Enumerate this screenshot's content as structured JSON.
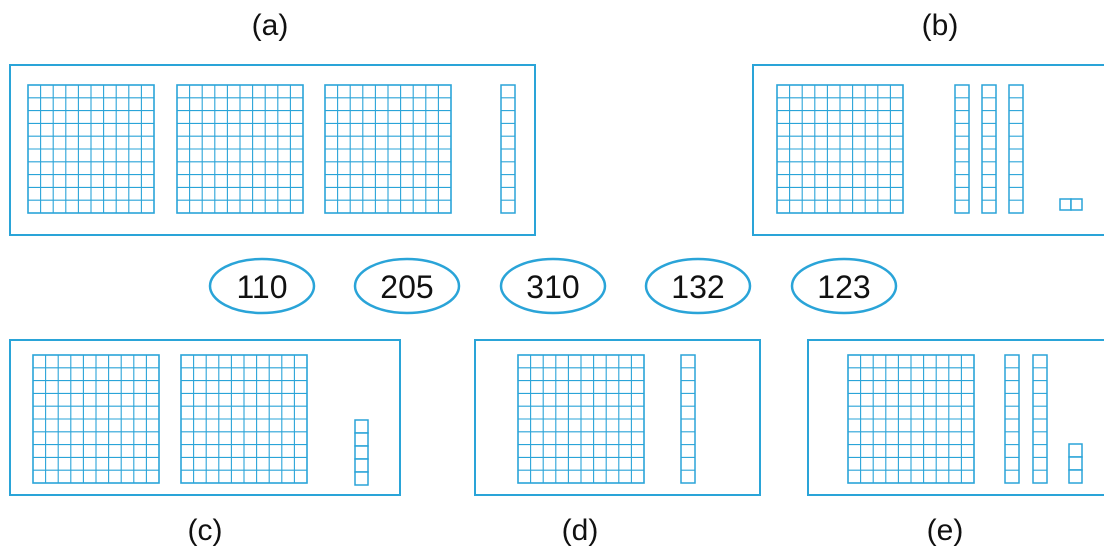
{
  "colors": {
    "block_blue": "#2aa4d8",
    "panel_blue": "#2aa4d8",
    "text": "#111111"
  },
  "captions": {
    "a": "(a)",
    "b": "(b)",
    "c": "(c)",
    "d": "(d)",
    "e": "(e)"
  },
  "numbers": [
    "110",
    "205",
    "310",
    "132",
    "123"
  ],
  "panels": {
    "a": {
      "hundreds": 3,
      "tens": 1,
      "ones": 0
    },
    "b": {
      "hundreds": 1,
      "tens": 3,
      "ones": 2
    },
    "c": {
      "hundreds": 2,
      "tens": 0,
      "ones": 5
    },
    "d": {
      "hundreds": 1,
      "tens": 1,
      "ones": 0
    },
    "e": {
      "hundreds": 1,
      "tens": 2,
      "ones": 3
    }
  }
}
